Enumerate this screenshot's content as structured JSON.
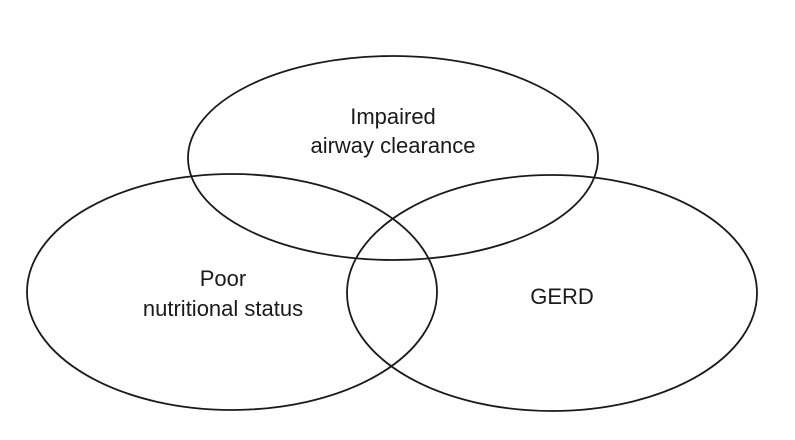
{
  "diagram": {
    "type": "venn",
    "line_color": "#1a1a1a",
    "background": "#ffffff",
    "sets": [
      {
        "id": "airway",
        "label_line1": "Impaired",
        "label_line2": "airway clearance"
      },
      {
        "id": "nutrition",
        "label_line1": "Poor",
        "label_line2": "nutritional status"
      },
      {
        "id": "gerd",
        "label_line1": "GERD",
        "label_line2": ""
      }
    ]
  }
}
